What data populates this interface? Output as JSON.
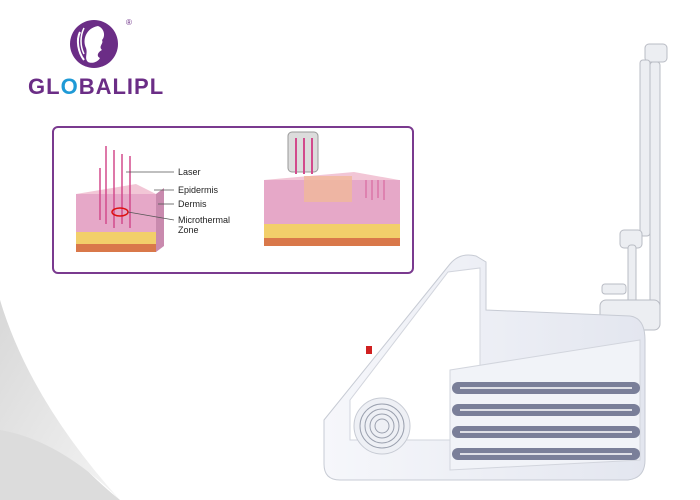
{
  "brand": {
    "name_left": "GL",
    "name_o": "O",
    "name_right": "BALIPL",
    "registered": "®",
    "primary_color": "#6b2d86",
    "accent_color": "#1f9ad6"
  },
  "diagram": {
    "labels": {
      "laser": "Laser",
      "epidermis": "Epidermis",
      "dermis": "Dermis",
      "microthermal_1": "Microthermal",
      "microthermal_2": "Zone"
    },
    "border_color": "#7a3a8f"
  }
}
